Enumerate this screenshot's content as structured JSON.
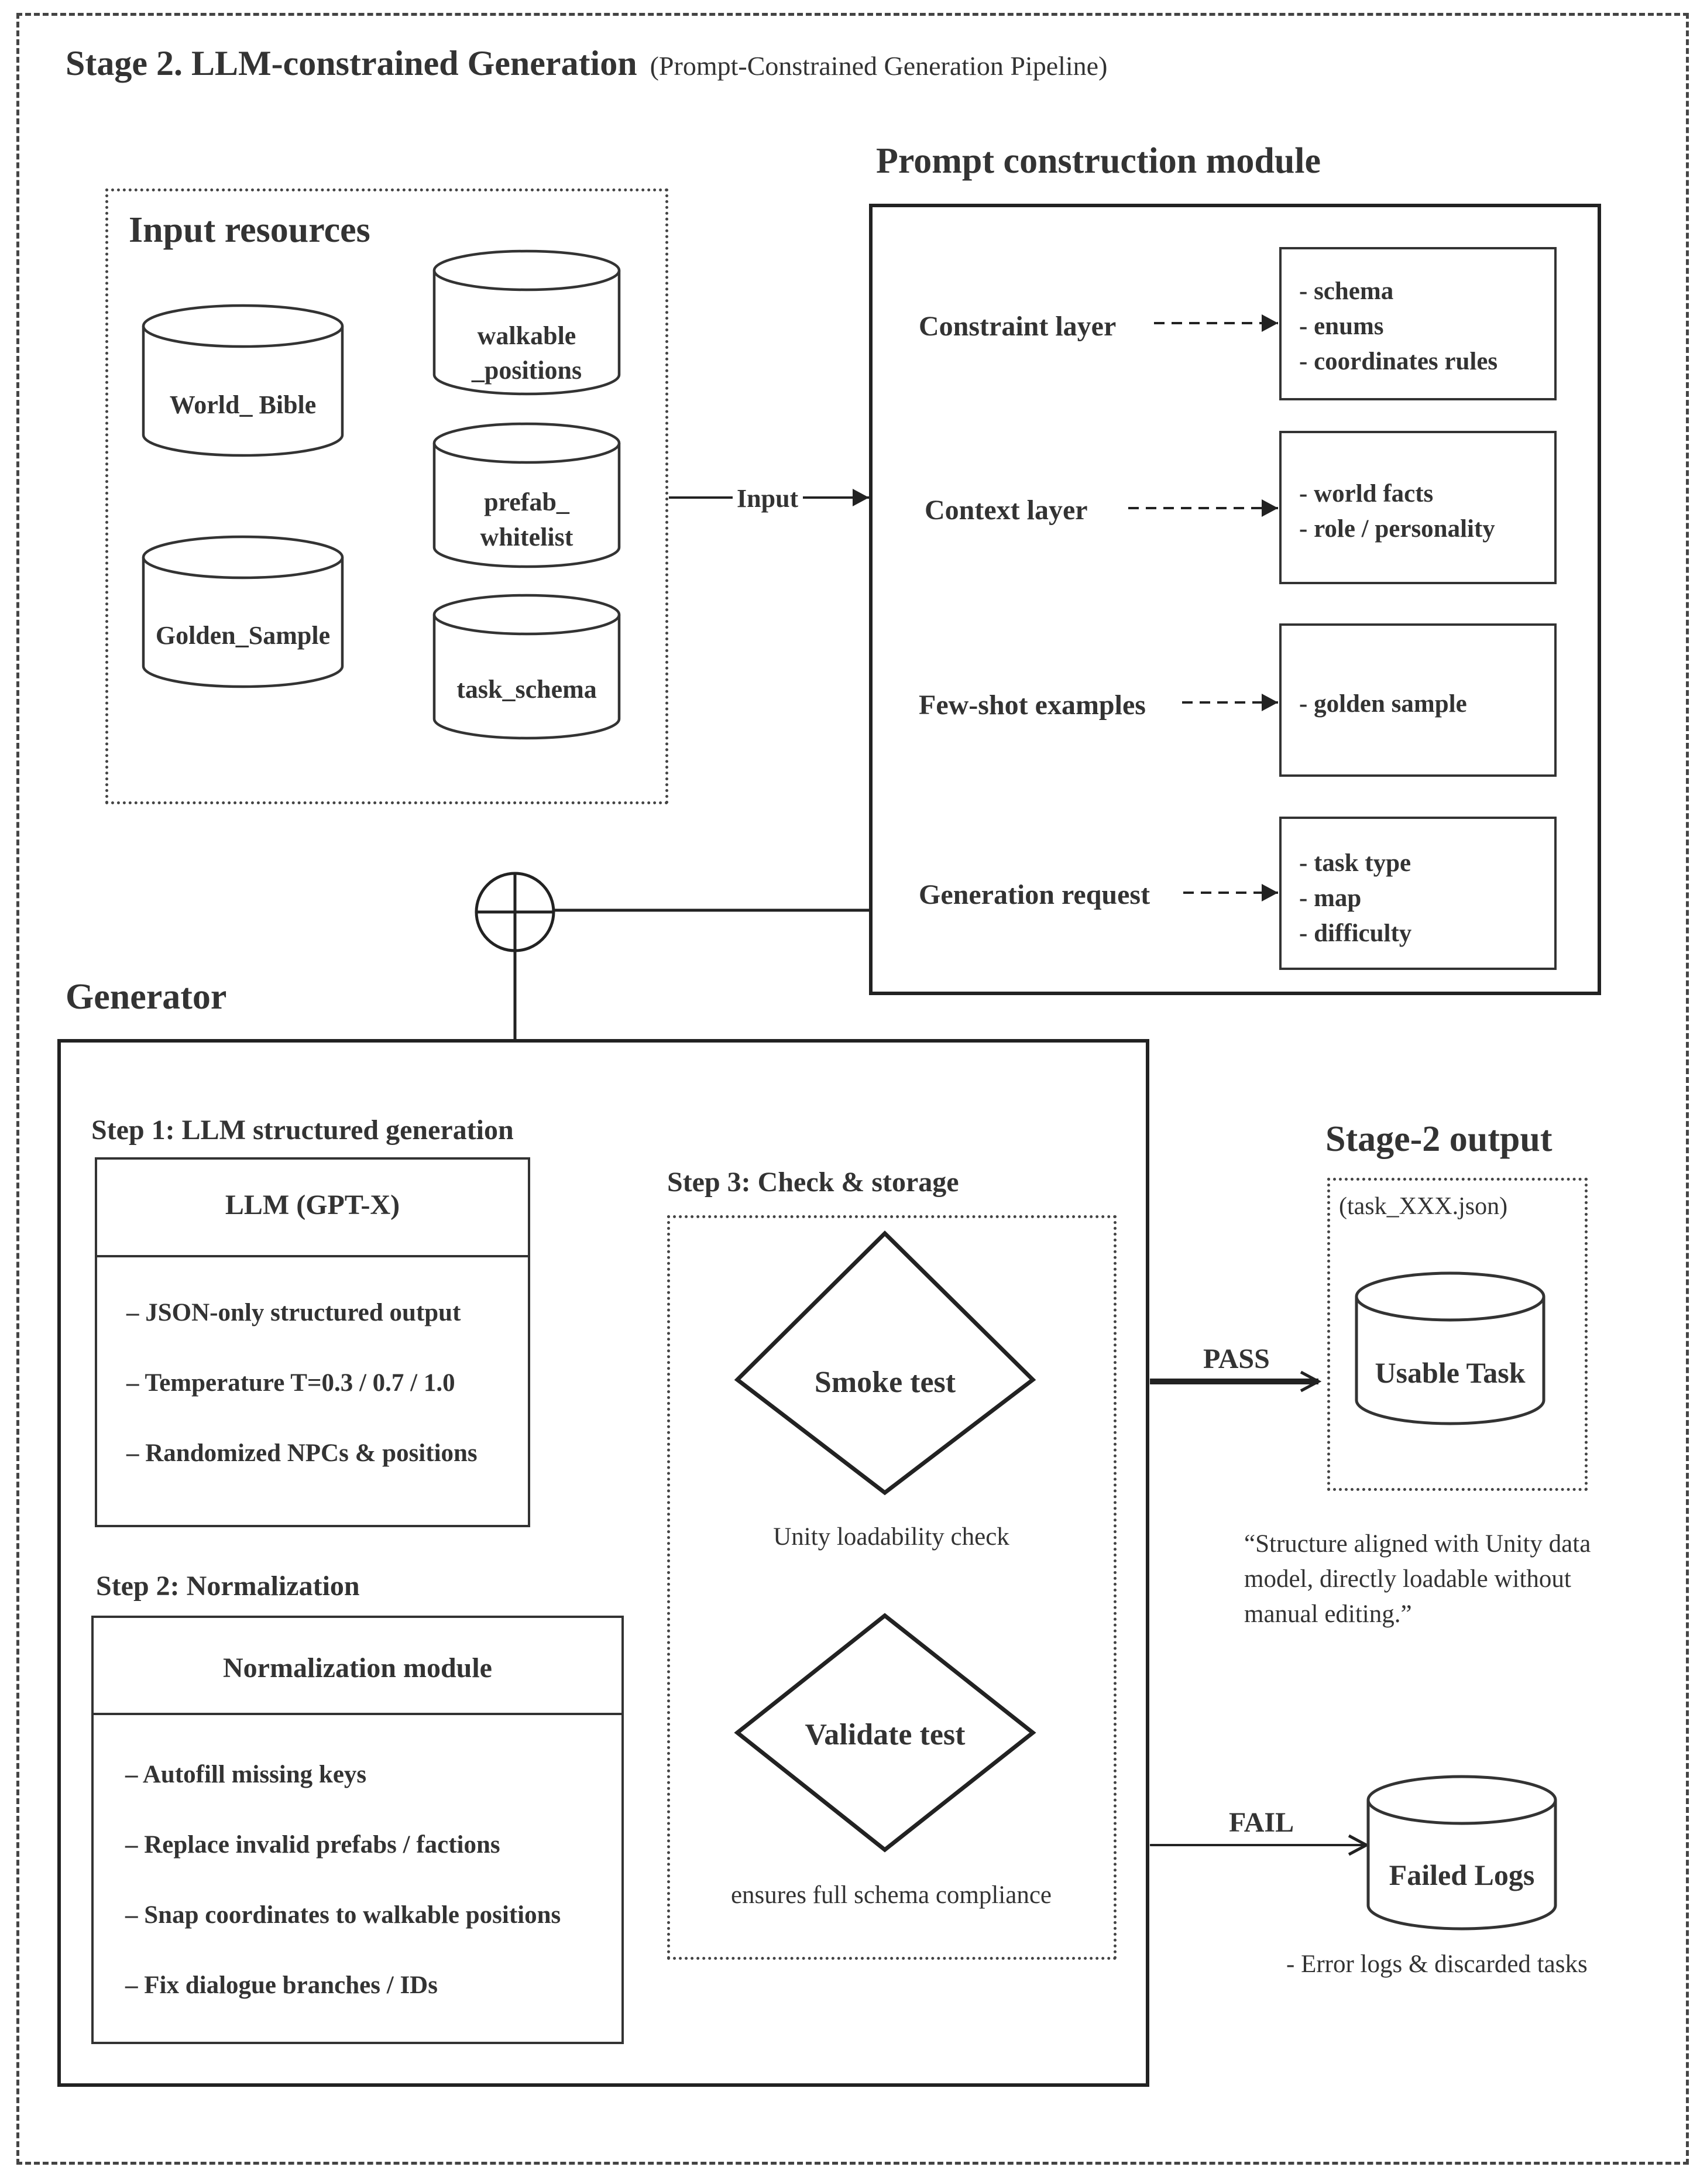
{
  "title": {
    "main": "Stage 2. LLM-constrained Generation",
    "sub": "(Prompt-Constrained Generation Pipeline)"
  },
  "input_resources": {
    "heading": "Input resources",
    "databases": {
      "world_bible": "World_ Bible",
      "golden_sample": "Golden_Sample",
      "walkable_1": "walkable",
      "walkable_2": "_positions",
      "prefab_1": "prefab_",
      "prefab_2": "whitelist",
      "task_schema": "task_schema"
    }
  },
  "input_arrow_label": "Input",
  "prompt_module": {
    "heading": "Prompt construction module",
    "layers": [
      {
        "name": "Constraint layer",
        "items": [
          "- schema",
          "- enums",
          "- coordinates rules"
        ]
      },
      {
        "name": "Context layer",
        "items": [
          "- world facts",
          "- role / personality"
        ]
      },
      {
        "name": "Few-shot examples",
        "items": [
          "- golden sample"
        ]
      },
      {
        "name": "Generation request",
        "items": [
          "- task type",
          "- map",
          "- difficulty"
        ]
      }
    ]
  },
  "generator": {
    "heading": "Generator",
    "step1": {
      "heading": "Step 1: LLM structured generation",
      "box_title": "LLM (GPT-X)",
      "items": [
        "– JSON-only structured output",
        "– Temperature T=0.3 / 0.7 / 1.0",
        "– Randomized NPCs & positions"
      ]
    },
    "step2": {
      "heading": "Step 2: Normalization",
      "box_title": "Normalization module",
      "items": [
        "– Autofill missing keys",
        "– Replace invalid prefabs / factions",
        "– Snap coordinates to walkable positions",
        "– Fix dialogue branches / IDs"
      ]
    },
    "step3": {
      "heading": "Step 3: Check & storage",
      "smoke_test": "Smoke test",
      "smoke_caption": "Unity loadability check",
      "validate_test": "Validate test",
      "validate_caption": "ensures full schema compliance"
    }
  },
  "output": {
    "heading": "Stage-2 output",
    "file": "(task_XXX.json)",
    "usable_task": "Usable Task",
    "pass_label": "PASS",
    "quote_1": "“Structure aligned with Unity data",
    "quote_2": "model, directly loadable without",
    "quote_3": "manual editing.”",
    "fail_label": "FAIL",
    "failed_logs": "Failed Logs",
    "failed_caption": "- Error logs & discarded tasks"
  }
}
